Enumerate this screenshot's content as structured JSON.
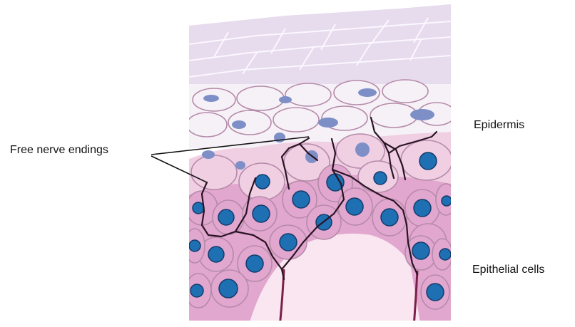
{
  "labels": {
    "nerve_endings": "Free nerve endings",
    "epidermis": "Epidermis",
    "epithelial_cells": "Epithelial cells"
  },
  "colors": {
    "stratum_corneum": "#e7dbee",
    "stratum_corneum_line": "#fbf8fd",
    "granular_layer": "#f5f1f7",
    "spinous_layer": "#f0cfe3",
    "basal_layer": "#e2a7cf",
    "dermis": "#fae6f0",
    "cell_border": "#b58aa9",
    "nucleus": "#1f6fb3",
    "nucleus_pale": "#7e8fc8",
    "nerve": "#2a1424",
    "dermis_fiber": "#7a1f49",
    "text": "#111111"
  }
}
